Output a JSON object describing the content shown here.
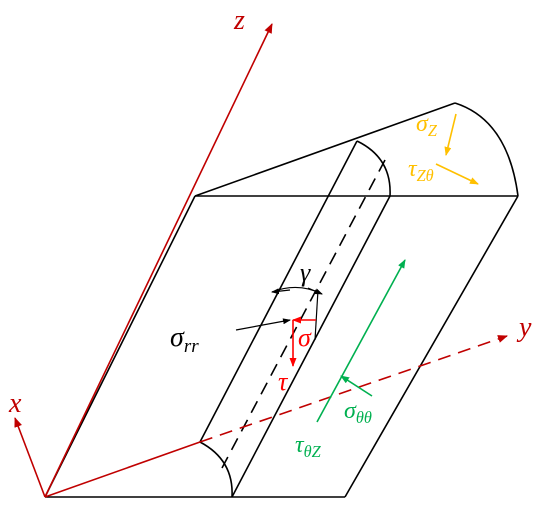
{
  "colors": {
    "outline": "#000000",
    "axis": "#c00000",
    "stress_red": "#ff0000",
    "stress_green": "#00b050",
    "stress_orange": "#ffc000"
  },
  "axes": {
    "z": {
      "label": "z"
    },
    "y": {
      "label": "y"
    },
    "x": {
      "label": "x"
    }
  },
  "labels": {
    "gamma": "γ",
    "sigma_rr": {
      "base": "σ",
      "sub": "rr"
    },
    "sigma": "σ",
    "tau": "τ",
    "sigma_thth": {
      "base": "σ",
      "sub": "θθ"
    },
    "tau_thz": {
      "base": "τ",
      "sub": "θZ"
    },
    "sigma_z": {
      "base": "σ",
      "sub": "Z"
    },
    "tau_zth": {
      "base": "τ",
      "sub": "Zθ"
    }
  }
}
